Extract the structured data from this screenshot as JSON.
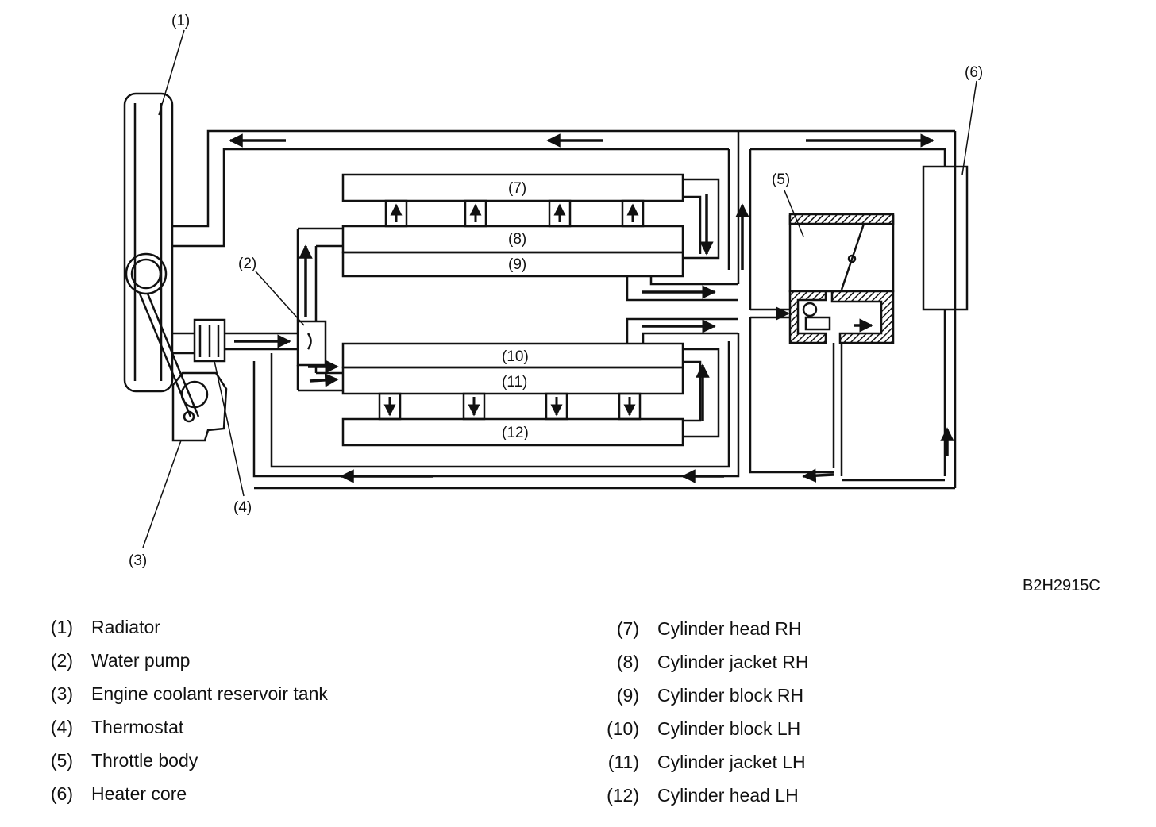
{
  "diagram_labels": {
    "radiator": "(1)",
    "water_pump": "(2)",
    "reservoir": "(3)",
    "thermostat": "(4)",
    "throttle_body": "(5)",
    "heater_core": "(6)",
    "cyl_head_rh": "(7)",
    "cyl_jacket_rh": "(8)",
    "cyl_block_rh": "(9)",
    "cyl_block_lh": "(10)",
    "cyl_jacket_lh": "(11)",
    "cyl_head_lh": "(12)"
  },
  "figure_code": "B2H2915C",
  "legend": [
    {
      "num": "(1)",
      "text": "Radiator"
    },
    {
      "num": "(2)",
      "text": "Water pump"
    },
    {
      "num": "(3)",
      "text": "Engine coolant reservoir tank"
    },
    {
      "num": "(4)",
      "text": "Thermostat"
    },
    {
      "num": "(5)",
      "text": "Throttle body"
    },
    {
      "num": "(6)",
      "text": "Heater core"
    },
    {
      "num": "(7)",
      "text": "Cylinder head RH"
    },
    {
      "num": "(8)",
      "text": "Cylinder jacket RH"
    },
    {
      "num": "(9)",
      "text": "Cylinder block RH"
    },
    {
      "num": "(10)",
      "text": "Cylinder block LH"
    },
    {
      "num": "(11)",
      "text": "Cylinder jacket LH"
    },
    {
      "num": "(12)",
      "text": "Cylinder head LH"
    }
  ]
}
